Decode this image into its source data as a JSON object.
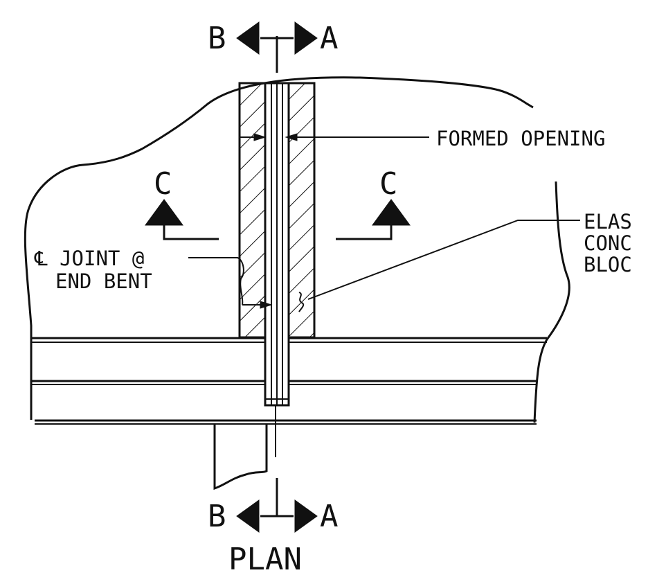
{
  "drawing": {
    "title": "PLAN",
    "section_markers": {
      "top_left": "B",
      "top_right": "A",
      "bottom_left": "B",
      "bottom_right": "A",
      "left_c": "C",
      "right_c": "C"
    },
    "callouts": {
      "formed_opening": "FORMED OPENING",
      "elastomeric_line1": "ELAS",
      "elastomeric_line2": "CONC",
      "elastomeric_line3": "BLOC",
      "joint_line1": "℄ JOINT @",
      "joint_line2": "END BENT"
    }
  }
}
